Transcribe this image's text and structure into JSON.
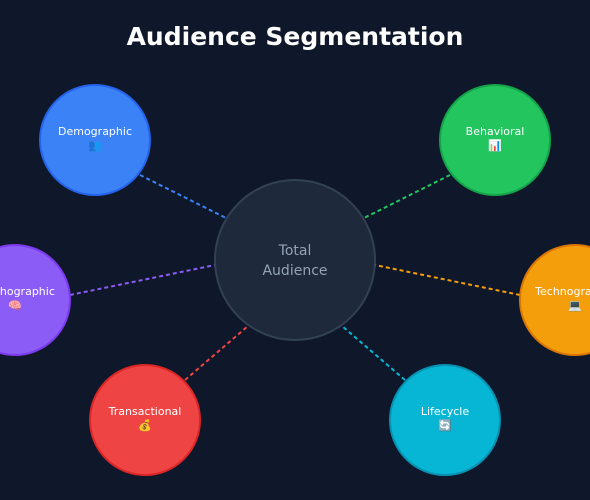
{
  "title": "Audience Segmentation",
  "center": {
    "line1": "Total",
    "line2": "Audience",
    "fill": "#1e293b",
    "stroke": "#334155",
    "text_color": "#94a3b8"
  },
  "connector_style": "dashed",
  "segments": [
    {
      "key": "demographic",
      "label": "Demographic",
      "icon": "people-icon",
      "icon_glyph": "👥",
      "color": "#3b82f6",
      "stroke": "#2563eb"
    },
    {
      "key": "behavioral",
      "label": "Behavioral",
      "icon": "chart-icon",
      "icon_glyph": "📊",
      "color": "#22c55e",
      "stroke": "#16a34a"
    },
    {
      "key": "technographic",
      "label": "Technographic",
      "icon": "laptop-icon",
      "icon_glyph": "💻",
      "color": "#f59e0b",
      "stroke": "#d97706"
    },
    {
      "key": "lifecycle",
      "label": "Lifecycle",
      "icon": "cycle-icon",
      "icon_glyph": "🔄",
      "color": "#06b6d4",
      "stroke": "#0891b2"
    },
    {
      "key": "transactional",
      "label": "Transactional",
      "icon": "money-icon",
      "icon_glyph": "💰",
      "color": "#ef4444",
      "stroke": "#dc2626"
    },
    {
      "key": "psychographic",
      "label": "Psychographic",
      "icon": "brain-icon",
      "icon_glyph": "🧠",
      "color": "#8b5cf6",
      "stroke": "#7c3aed"
    }
  ]
}
